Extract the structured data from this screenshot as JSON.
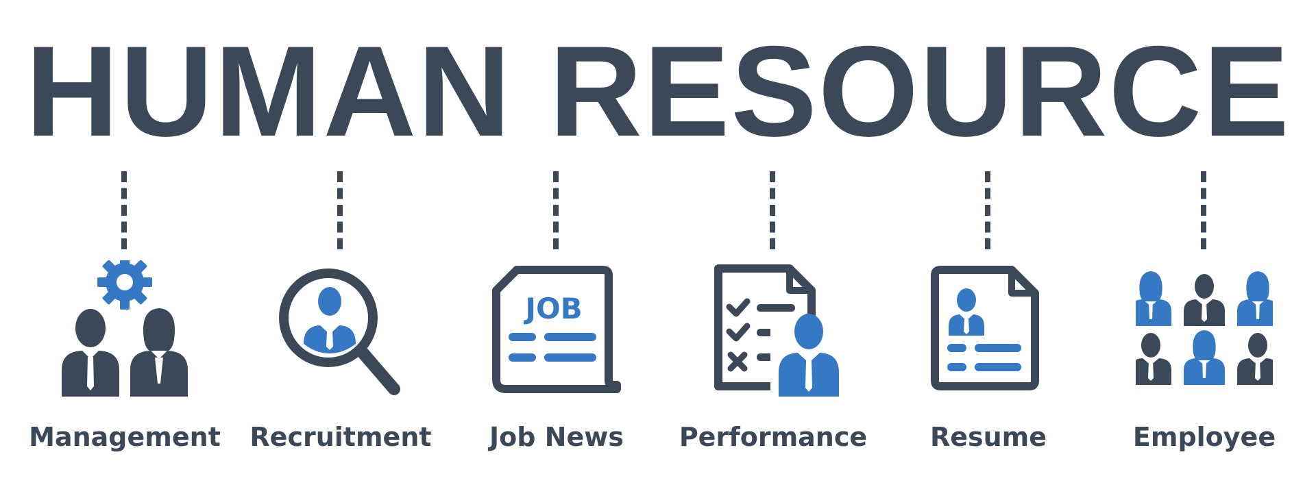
{
  "title": "HUMAN RESOURCE",
  "colors": {
    "dark": "#3b4858",
    "accent": "#3579c4",
    "background": "#ffffff"
  },
  "items": [
    {
      "label": "Management",
      "icon": "management-icon"
    },
    {
      "label": "Recruitment",
      "icon": "recruitment-icon"
    },
    {
      "label": "Job News",
      "icon": "job-news-icon"
    },
    {
      "label": "Performance",
      "icon": "performance-icon"
    },
    {
      "label": "Resume",
      "icon": "resume-icon"
    },
    {
      "label": "Employee",
      "icon": "employee-icon"
    }
  ],
  "job_news_badge": "JOB"
}
